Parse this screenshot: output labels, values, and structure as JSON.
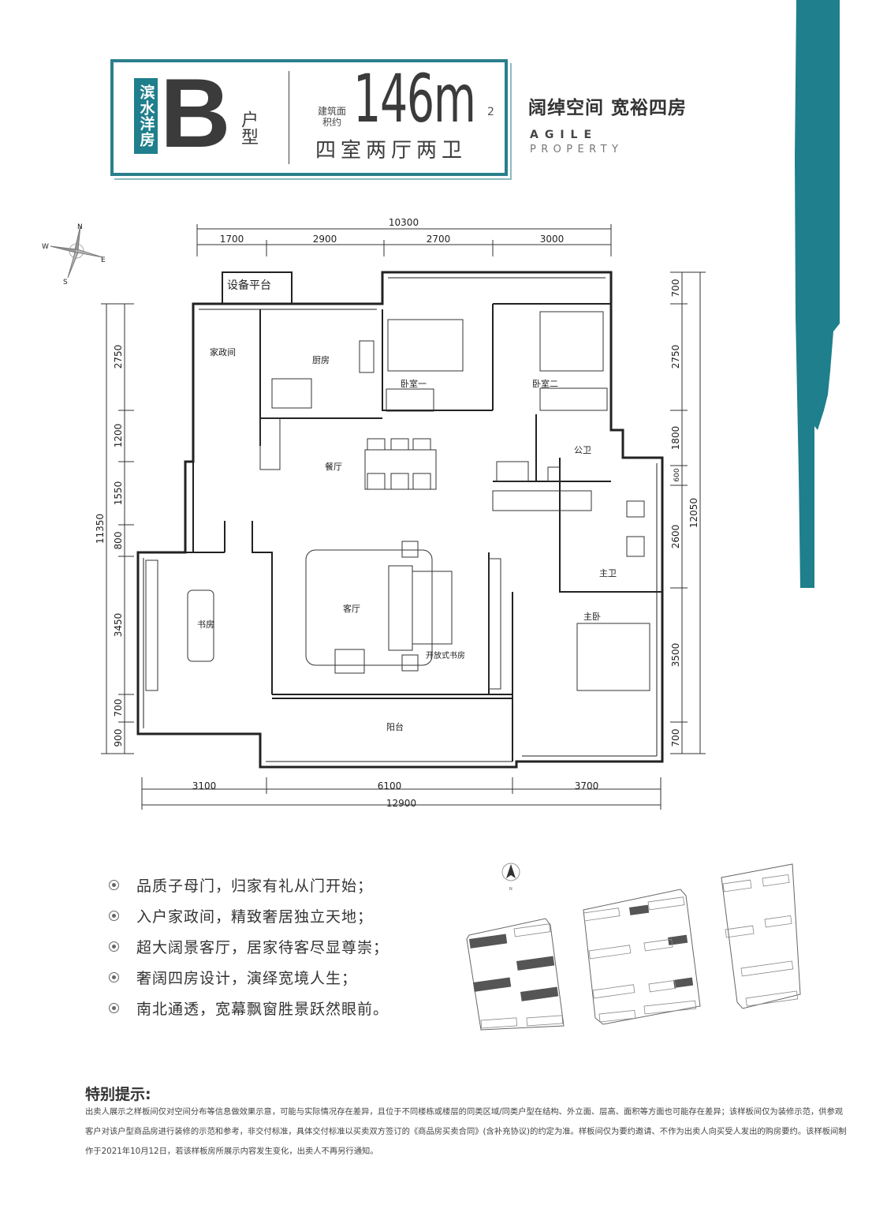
{
  "header": {
    "project_tag": "滨水洋房",
    "unit_letter": "B",
    "unit_suffix": "户型",
    "area_label": "建筑面积约",
    "area_value": "146m",
    "area_unit_sup": "2",
    "layout": "四室两厅两卫",
    "slogan": "阔绰空间 宽裕四房",
    "brand_line1": "AGILE",
    "brand_line2": "PROPERTY"
  },
  "compass": {
    "n": "N",
    "e": "E",
    "s": "S",
    "w": "W"
  },
  "floor_plan": {
    "dims_top": {
      "total": "10300",
      "segments": [
        "1700",
        "2900",
        "2700",
        "3000"
      ]
    },
    "dims_bottom": {
      "total": "12900",
      "segments": [
        "3100",
        "6100",
        "3700"
      ]
    },
    "dims_left": {
      "total": "11350",
      "segments": [
        "2750",
        "1200",
        "1550",
        "800",
        "3450",
        "700",
        "900"
      ]
    },
    "dims_right": {
      "total": "12050",
      "segments": [
        "700",
        "2750",
        "1800",
        "600",
        "2600",
        "3500",
        "700"
      ]
    },
    "rooms": {
      "equipment_platform": "设备平台",
      "housekeeping": "家政间",
      "kitchen": "厨房",
      "bedroom1": "卧室一",
      "bedroom2": "卧室二",
      "dining": "餐厅",
      "public_bath": "公卫",
      "master_bath": "主卫",
      "master_bedroom": "主卧",
      "living": "客厅",
      "study": "书房",
      "open_study": "开放式书房",
      "balcony": "阳台"
    }
  },
  "features": [
    "品质子母门，归家有礼从门开始；",
    "入户家政间，精致奢居独立天地；",
    "超大阔景客厅，居家待客尽显尊崇；",
    "奢阔四房设计，演绎宽境人生；",
    "南北通透，宽幕飘窗胜景跃然眼前。"
  ],
  "site_plan": {
    "north_label": "N"
  },
  "notice": {
    "title": "特别提示:",
    "lines": [
      "出卖人展示之样板间仅对空间分布等信息做效果示意，可能与实际情况存在差异，且位于不同楼栋或楼层的同类区域/同类户型在结构、外立面、层高、面积等方面也可能存在差异；该样板间仅为装修示范，供参观",
      "客户对该户型商品房进行装修的示范和参考，非交付标准，具体交付标准以买卖双方签订的《商品房买卖合同》(含补充协议)的约定为准。样板间仅为要约邀请、不作为出卖人向买受人发出的购房要约。该样板间制",
      "作于2021年10月12日，若该样板房所展示内容发生变化，出卖人不再另行通知。"
    ]
  },
  "colors": {
    "teal": "#1f7f8c",
    "text": "#333333",
    "wall": "#222222"
  }
}
